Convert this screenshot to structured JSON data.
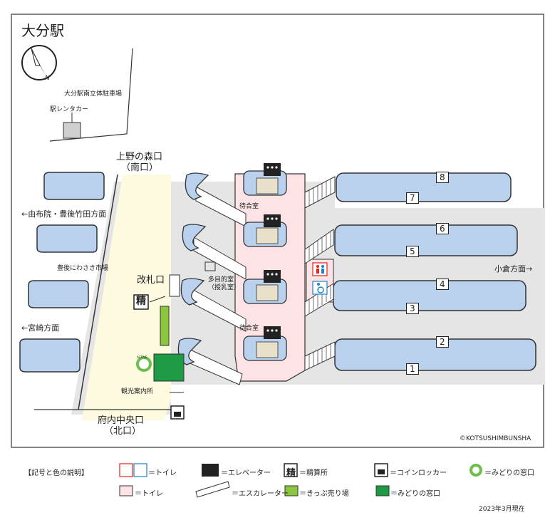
{
  "station": {
    "title": "大分駅"
  },
  "exits": {
    "south_line1": "上野の森口",
    "south_line2": "（南口）",
    "north_line1": "府内中央口",
    "north_line2": "（北口）",
    "ticket_gate": "改札口"
  },
  "directions": {
    "yufuin": "←由布院・豊後竹田方面",
    "miyazaki": "←宮崎方面",
    "kokura": "小倉方面→"
  },
  "labels": {
    "parking": "大分駅南立体駐車場",
    "rental_car": "駅レンタカー",
    "market": "豊後にわさき市場",
    "waiting_room": "待合室",
    "multipurpose_1": "多目的室",
    "multipurpose_2": "（授乳室）",
    "tourist_info": "観光案内所",
    "fare_adjust_glyph": "精",
    "compass_n": "N",
    "active_badge": "ACTIVE"
  },
  "platform_numbers": [
    "8",
    "7",
    "6",
    "5",
    "4",
    "3",
    "2",
    "1"
  ],
  "legend": {
    "title": "【記号と色の説明】",
    "toilet_symbol": "＝トイレ",
    "elevator": "＝エレベーター",
    "fare_adjust": "＝精算所",
    "coin_locker": "＝コインロッカー",
    "midori_symbol": "＝みどりの窓口",
    "toilet_color": "＝トイレ",
    "escalator": "＝エスカレーター",
    "ticket_machine": "＝きっぷ売り場",
    "midori_color": "＝みどりの窓口"
  },
  "copyright": "©KOTSUSHIMBUNSHA",
  "date_note": "2023年3月現在",
  "colors": {
    "platform": "#b9d1ec",
    "concourse": "#fde3e6",
    "walkway": "#fdfadf",
    "building": "#e3e3e3",
    "ticket_machine": "#8cc63f",
    "midori": "#1f9a45",
    "toilet_red": "#e2231a",
    "toilet_blue": "#1a86c8"
  }
}
